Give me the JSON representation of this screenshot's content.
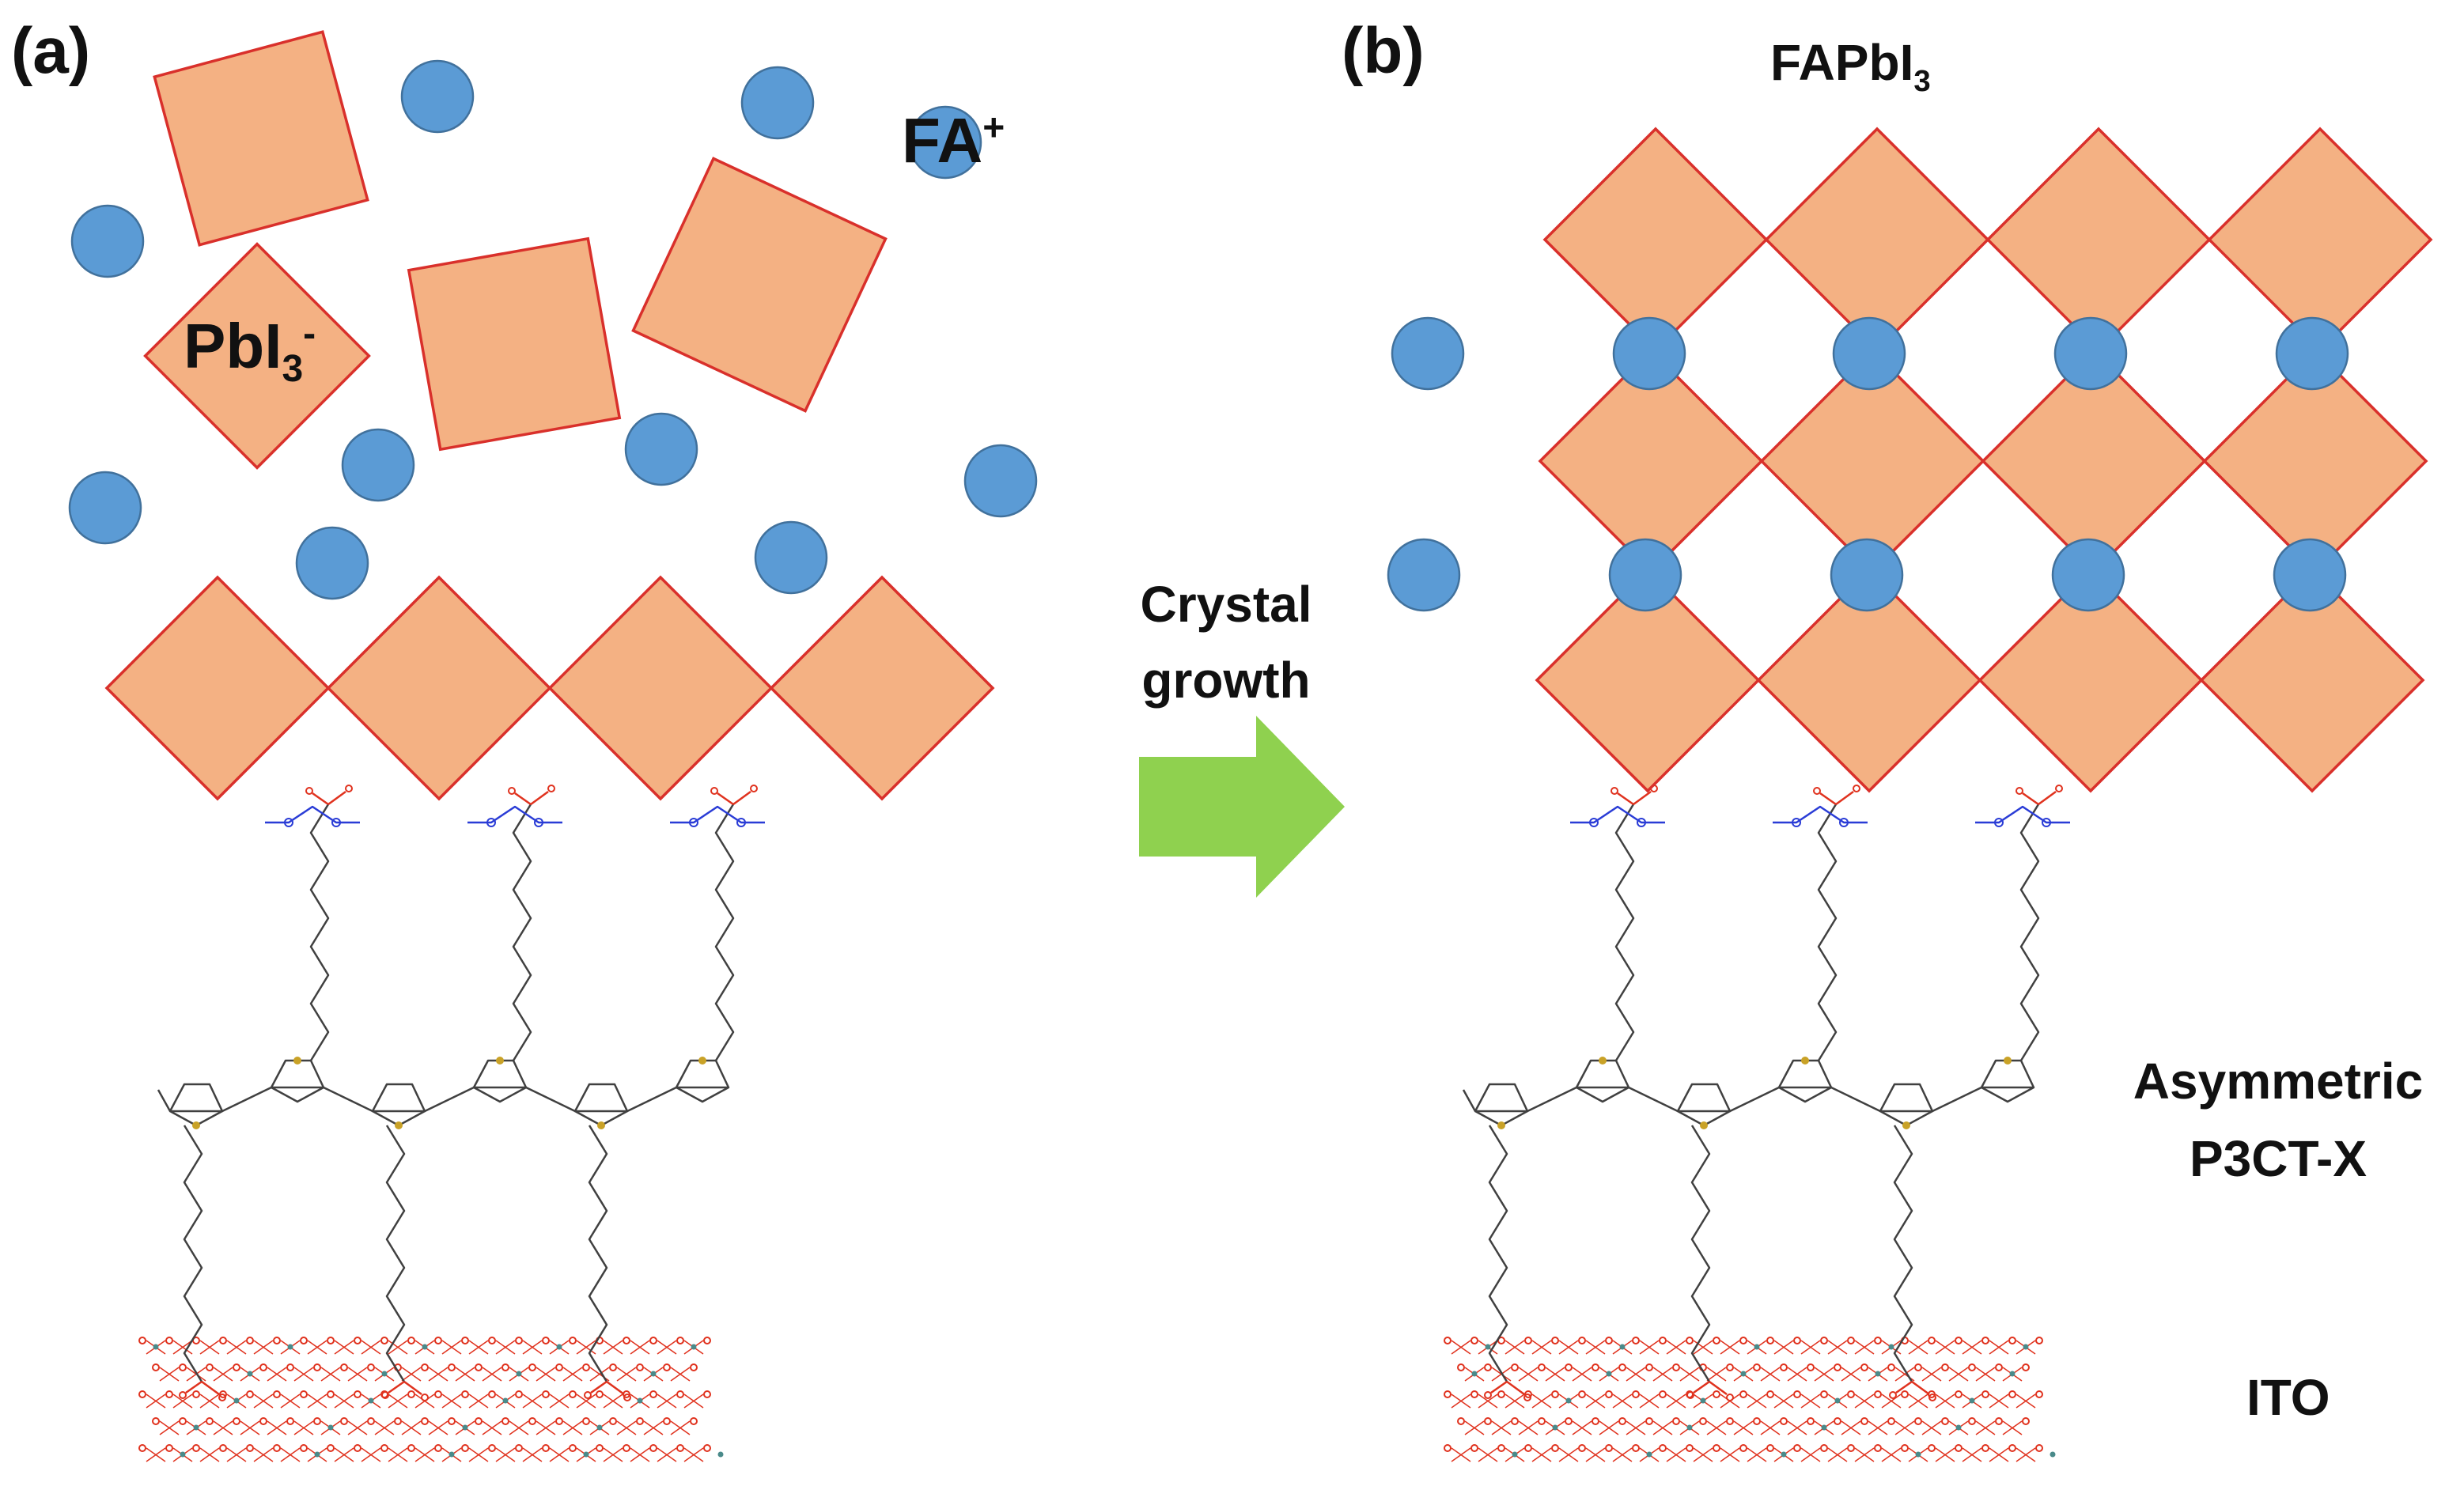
{
  "panel_a": {
    "tag": "(a)",
    "pbi3_label": {
      "main": "PbI",
      "sub": "3",
      "sup": "-"
    },
    "fa_label": {
      "main": "FA",
      "sup": "+"
    }
  },
  "panel_b": {
    "tag": "(b)",
    "title": {
      "main": "FAPbI",
      "sub": "3"
    }
  },
  "arrow": {
    "line1": "Crystal",
    "line2": "growth",
    "color": "#8fd14f"
  },
  "layers": {
    "polymer_line1": "Asymmetric",
    "polymer_line2": "P3CT-X",
    "substrate": "ITO"
  },
  "colors": {
    "octahedron_fill": "#f4b183",
    "octahedron_edge": "#d9302b",
    "cation_fill": "#5b9bd5",
    "cation_edge": "#41719c",
    "bond": "#404040",
    "oxygen": "#e0321e",
    "sulfur": "#c9a227",
    "nitrogen": "#2a3cd6",
    "tin": "#4a8a8a"
  }
}
